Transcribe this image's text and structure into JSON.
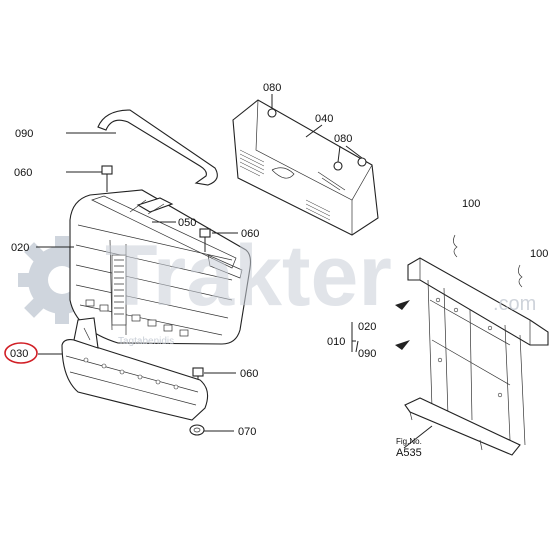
{
  "labels": {
    "l090": "090",
    "l060a": "060",
    "l020": "020",
    "l030": "030",
    "l050": "050",
    "l060b": "060",
    "l060c": "060",
    "l070": "070",
    "l080a": "080",
    "l040": "040",
    "l080b": "080",
    "l100a": "100",
    "l100b": "100",
    "l020r": "020",
    "l010": "010",
    "l090r": "090",
    "fig": "Fig.No.",
    "figno": "A535"
  },
  "watermark": {
    "brand": "Trakter",
    "domain": ".com",
    "tagline": "Tagtabenidis"
  },
  "colors": {
    "highlight": "#d11f26",
    "watermark": "#c9cfd8",
    "gear": "#cfd5dd"
  }
}
